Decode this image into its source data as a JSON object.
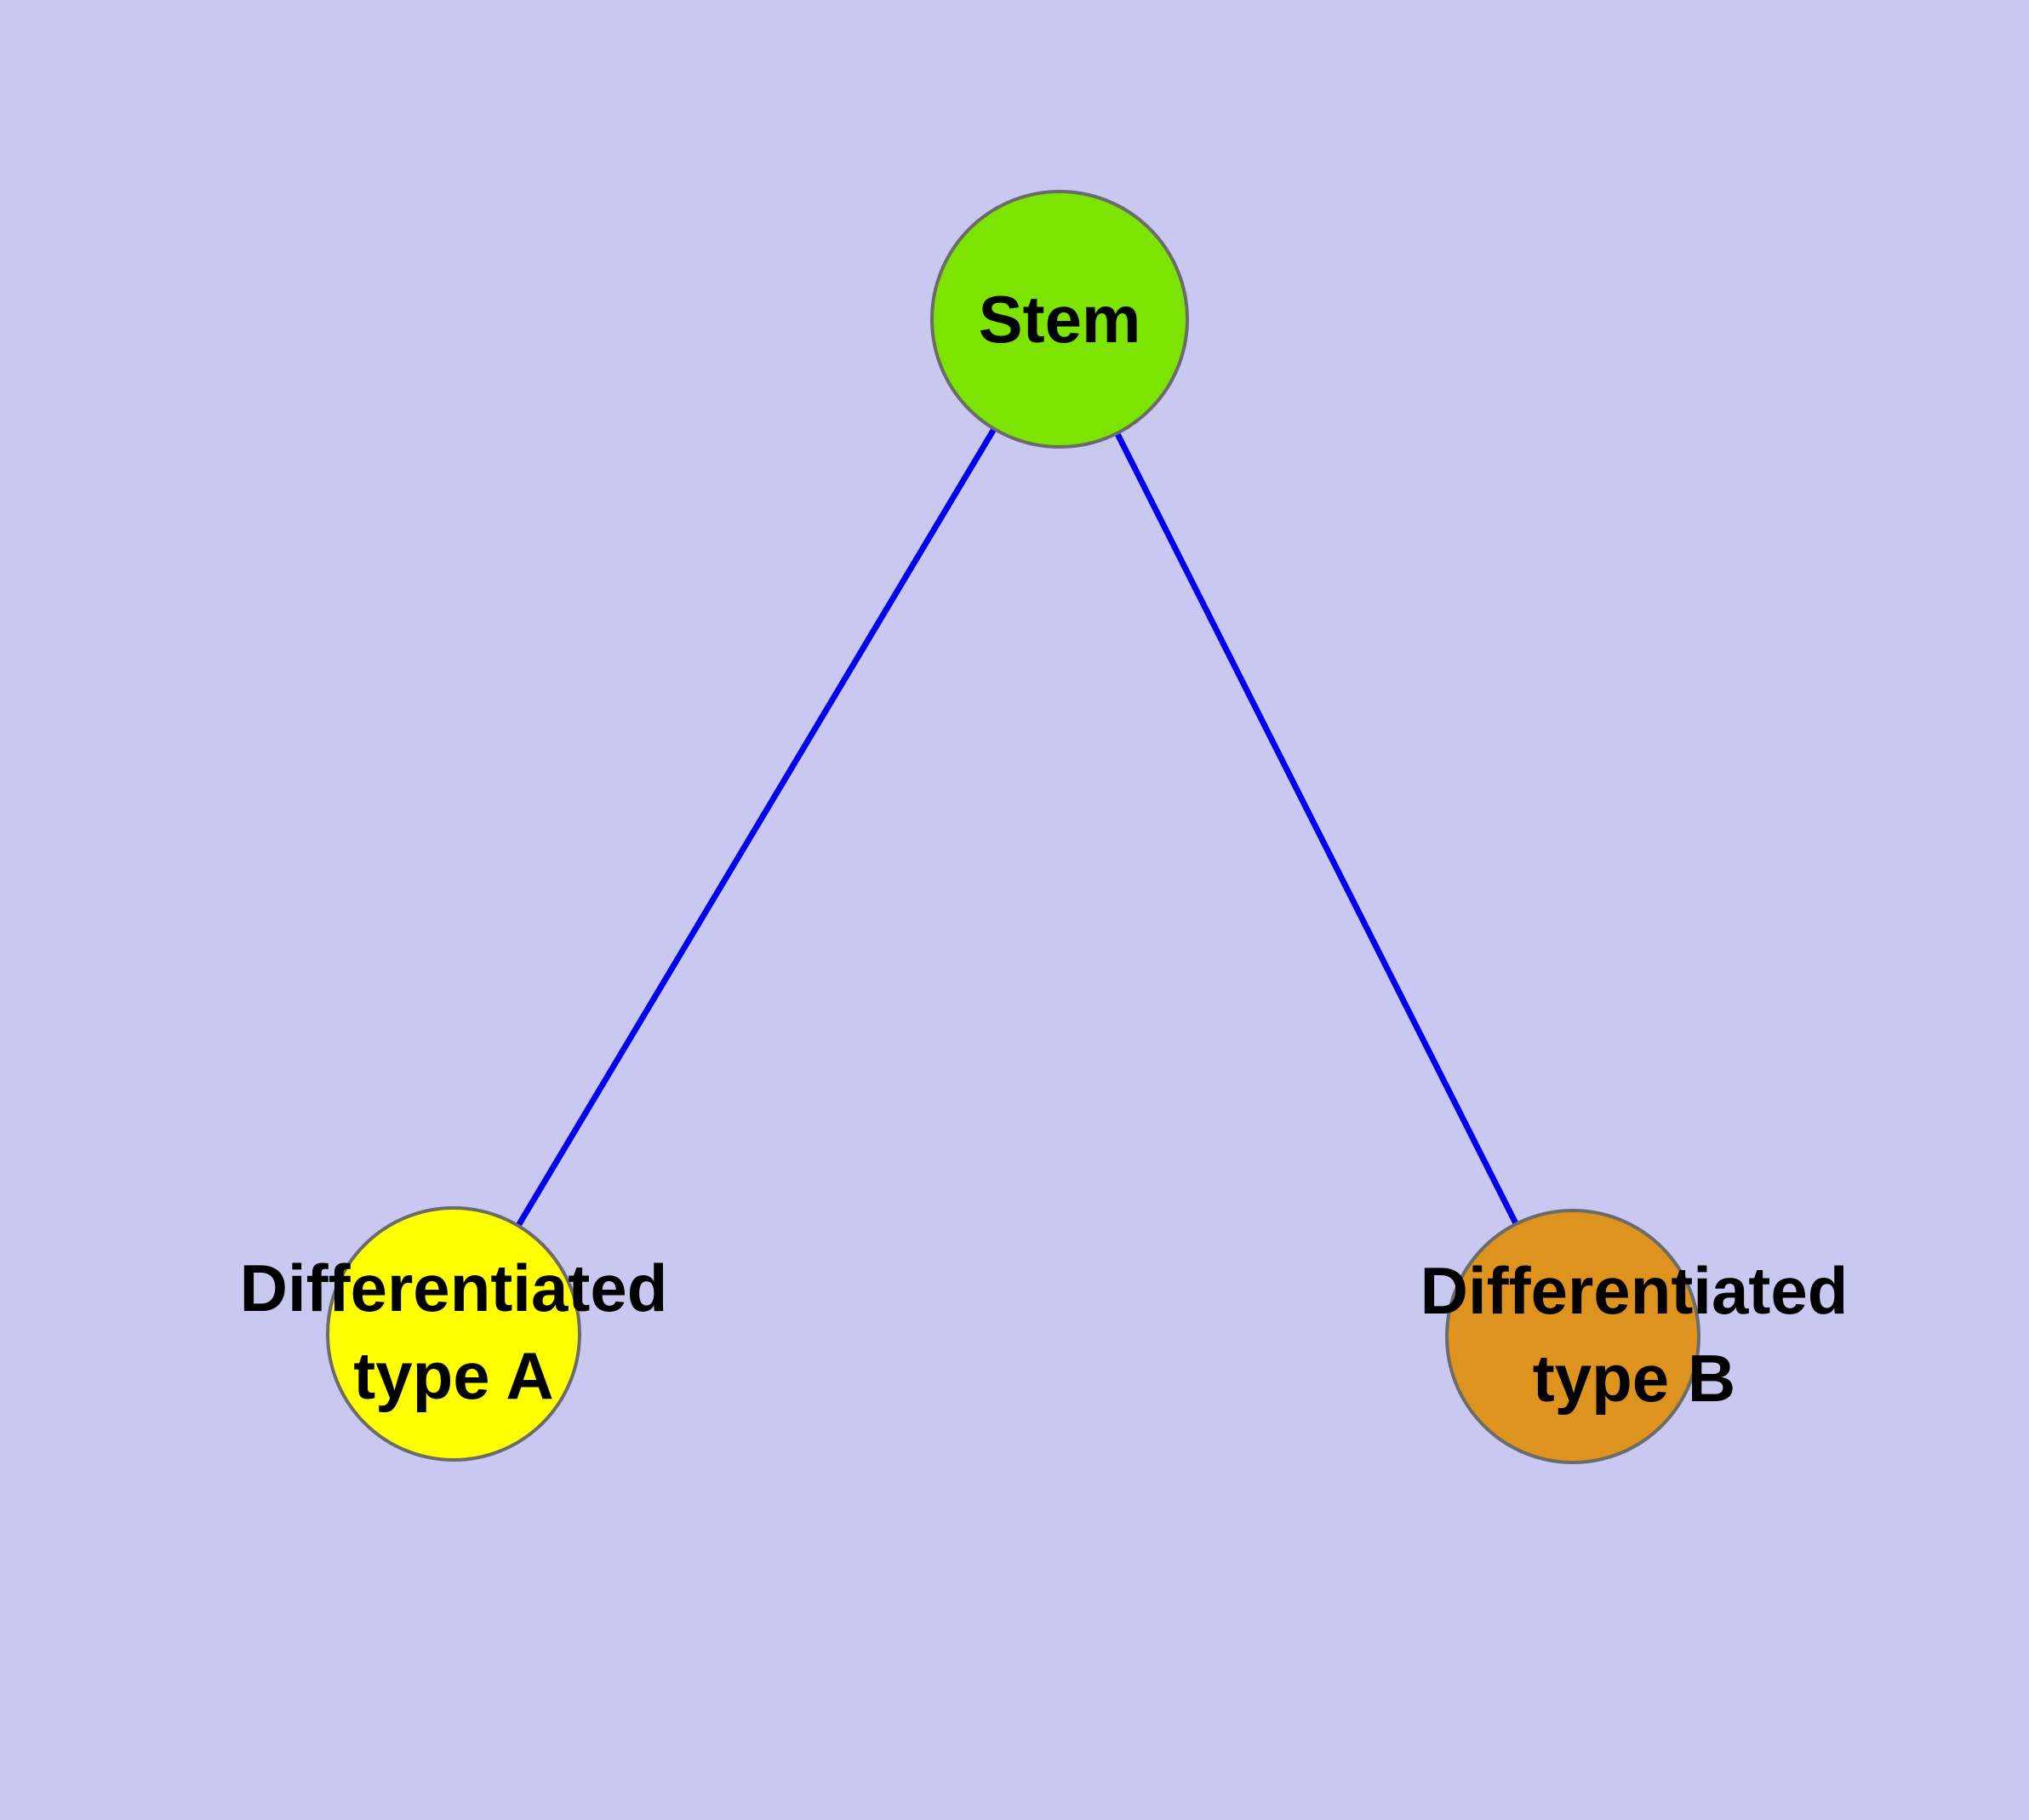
{
  "diagram": {
    "title": "Stem cell differentiation diagram",
    "background_color": "#c8c8f0",
    "edge_color": "#0000ee",
    "node_border_color": "#6b6b6b",
    "nodes": {
      "stem": {
        "label": "Stem",
        "color": "#7de300"
      },
      "type_a": {
        "label": "Differentiated\ntype A",
        "color": "#ffff00"
      },
      "type_b": {
        "label": "Differentiated\ntype B",
        "color": "#dd931d"
      }
    },
    "edges": [
      {
        "from": "Stem",
        "to": "Differentiated type A"
      },
      {
        "from": "Stem",
        "to": "Differentiated type B"
      }
    ]
  }
}
